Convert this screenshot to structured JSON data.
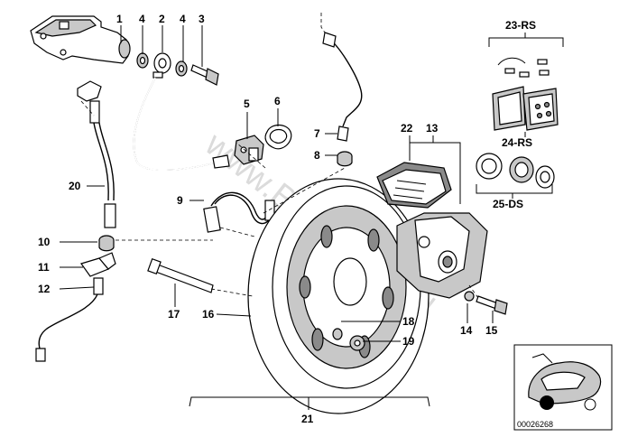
{
  "labels": {
    "p1": "1",
    "p2": "2",
    "p3": "3",
    "p4a": "4",
    "p4b": "4",
    "p5": "5",
    "p6": "6",
    "p7": "7",
    "p8": "8",
    "p9": "9",
    "p10": "10",
    "p11": "11",
    "p12": "12",
    "p13": "13",
    "p14": "14",
    "p15": "15",
    "p16": "16",
    "p17": "17",
    "p18": "18",
    "p19": "19",
    "p20": "20",
    "p21": "21",
    "p22": "22",
    "p23": "23-RS",
    "p24": "24-RS",
    "p25": "25-DS"
  },
  "watermark": "www.BMWstore.pl",
  "inset": {
    "code": "00026268"
  },
  "colors": {
    "line": "#000000",
    "fill_gray": "#c8c8c8",
    "fill_dark": "#8a8a8a",
    "watermark": "#cfcfcf"
  }
}
